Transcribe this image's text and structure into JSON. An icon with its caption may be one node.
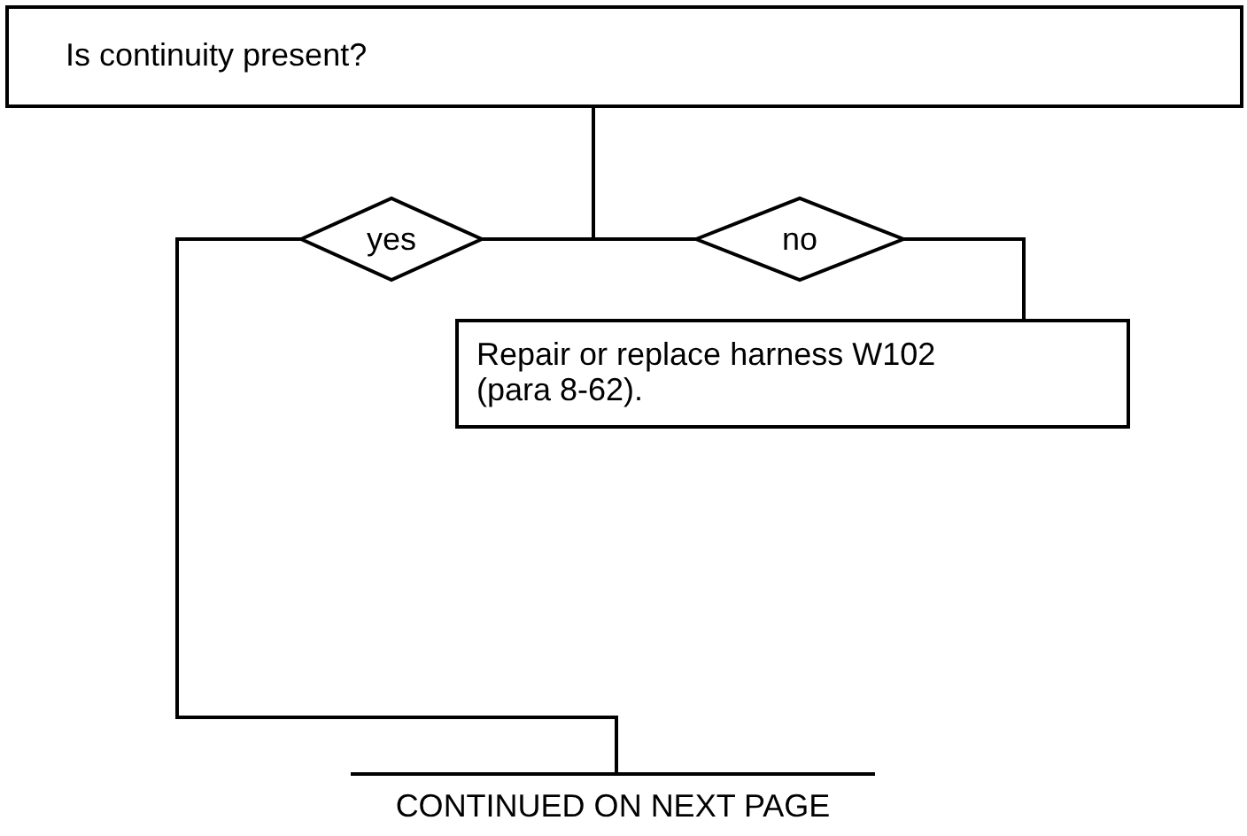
{
  "diagram": {
    "nodes": [
      {
        "text": [
          "Is continuity present?"
        ]
      },
      {
        "text": [
          "yes"
        ]
      },
      {
        "text": [
          "no"
        ]
      },
      {
        "text": [
          "Repair or replace harness W102 (para 8-62)."
        ]
      },
      {
        "text": [
          "CONTINUED ON NEXT PAGE"
        ]
      }
    ],
    "edges": [
      {
        "from": 0,
        "to": 1,
        "arrow": "none"
      },
      {
        "from": 0,
        "to": 2,
        "arrow": "none"
      },
      {
        "from": 1,
        "to": 4,
        "arrow": "none"
      },
      {
        "from": 2,
        "to": 3,
        "arrow": "none"
      }
    ]
  }
}
